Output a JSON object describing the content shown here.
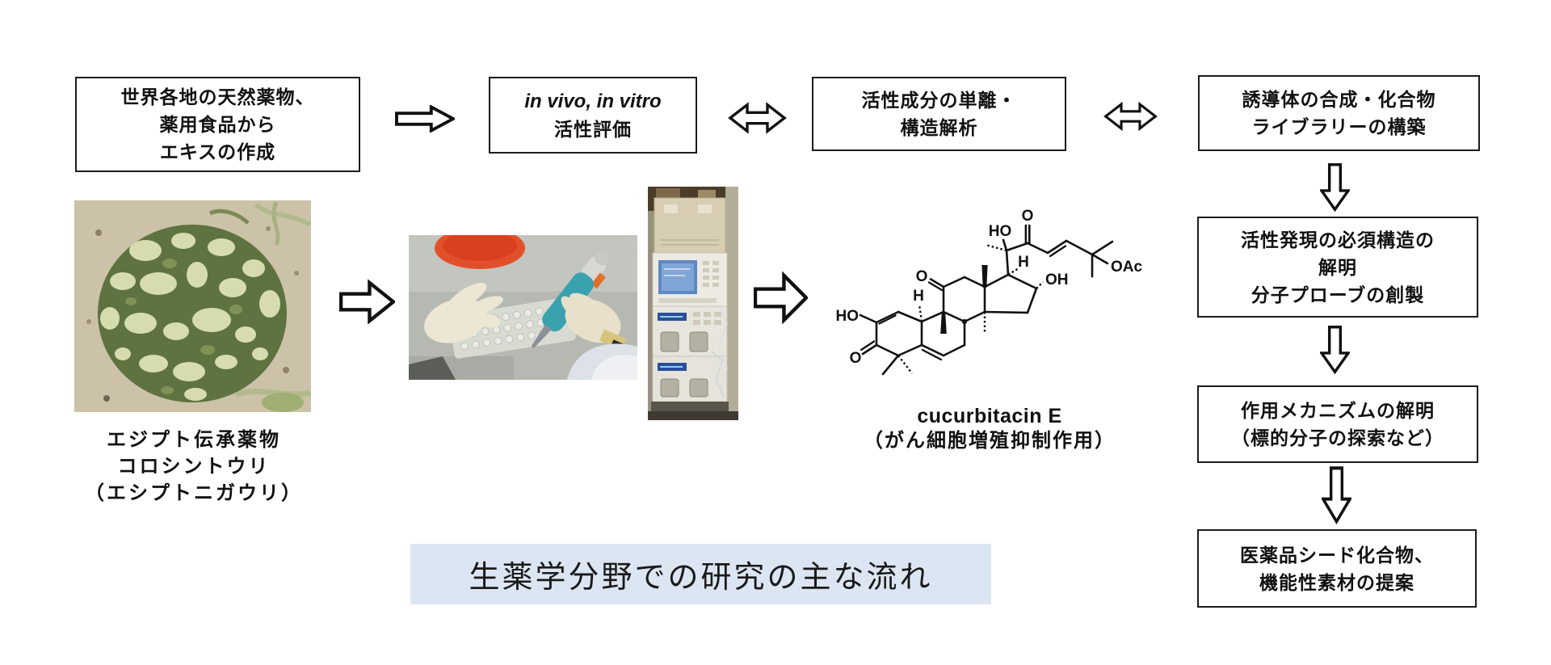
{
  "flow": {
    "boxes": {
      "extract": {
        "line1": "世界各地の天然薬物、",
        "line2": "薬用食品から",
        "line3": "エキスの作成"
      },
      "assay": {
        "line1": "in vivo, in vitro",
        "line2": "活性評価"
      },
      "isolation": {
        "line1": "活性成分の単離・",
        "line2": "構造解析"
      },
      "library": {
        "line1": "誘導体の合成・化合物",
        "line2": "ライブラリーの構築"
      },
      "elucidation": {
        "line1": "活性発現の必須構造の",
        "line2": "解明",
        "line3": "分子プローブの創製"
      },
      "mechanism": {
        "line1": "作用メカニズムの解明",
        "line2": "（標的分子の探索など）"
      },
      "proposal": {
        "line1": "医薬品シード化合物、",
        "line2": "機能性素材の提案"
      }
    }
  },
  "captions": {
    "colocynth": {
      "line1": "エジプト伝承薬物",
      "line2": "コロシントウリ",
      "line3": "（エシプトニガウリ）"
    },
    "compound": {
      "name": "cucurbitacin E",
      "activity": "（がん細胞増殖抑制作用）"
    }
  },
  "banner": {
    "text": "生薬学分野での研究の主な流れ",
    "background": "#dce6f2"
  },
  "structure": {
    "compound_name": "cucurbitacin E",
    "labels": {
      "ho_ring_a": "HO",
      "o_ring_a": "O",
      "h_c10": "H",
      "o_c11": "O",
      "ho_c20": "HO",
      "o_c22": "O",
      "oh_c16": "OH",
      "h_c17": "H",
      "oac": "OAc"
    }
  },
  "colors": {
    "box_border": "#1c1c1c",
    "text": "#111111",
    "banner_bg": "#dce6f2"
  }
}
